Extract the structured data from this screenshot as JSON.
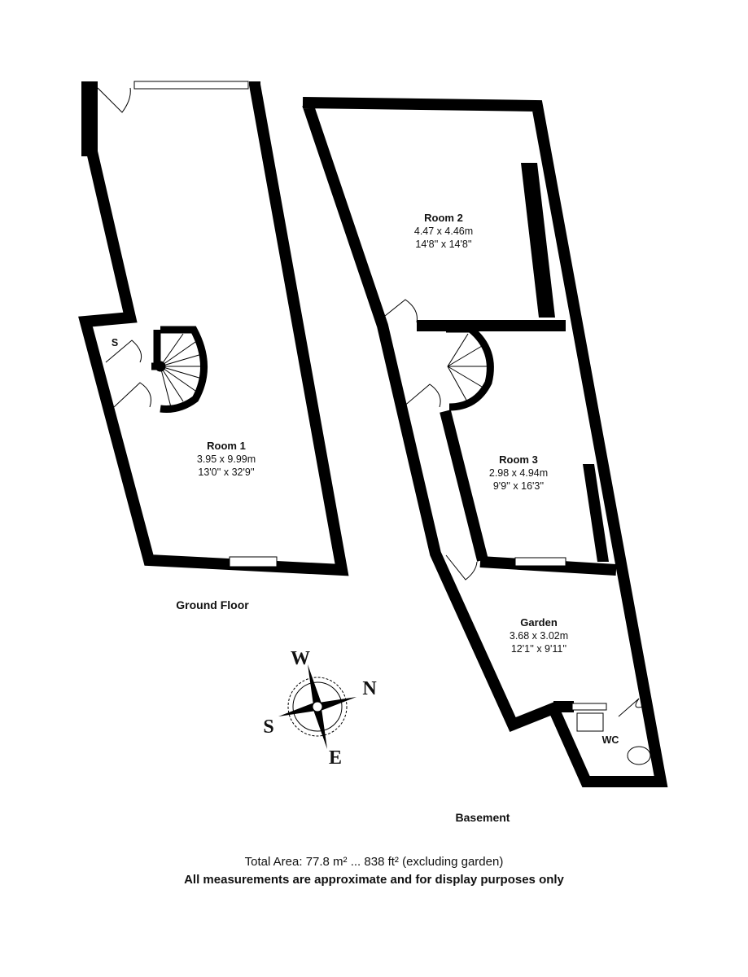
{
  "rooms": [
    {
      "name": "Room 1",
      "metric": "3.95 x 9.99m",
      "imperial": "13'0'' x 32'9''"
    },
    {
      "name": "Room 2",
      "metric": "4.47 x 4.46m",
      "imperial": "14'8'' x 14'8''"
    },
    {
      "name": "Room 3",
      "metric": "2.98 x 4.94m",
      "imperial": "9'9'' x 16'3''"
    },
    {
      "name": "Garden",
      "metric": "3.68 x 3.02m",
      "imperial": "12'1'' x 9'11''"
    }
  ],
  "small_labels": {
    "store": "S",
    "wc": "WC"
  },
  "floors": {
    "ground": "Ground Floor",
    "basement": "Basement"
  },
  "compass": {
    "w": "W",
    "n": "N",
    "s": "S",
    "e": "E"
  },
  "footer": {
    "area": "Total Area: 77.8 m² ... 838 ft² (excluding garden)",
    "disclaimer": "All measurements are approximate and for display purposes only"
  }
}
